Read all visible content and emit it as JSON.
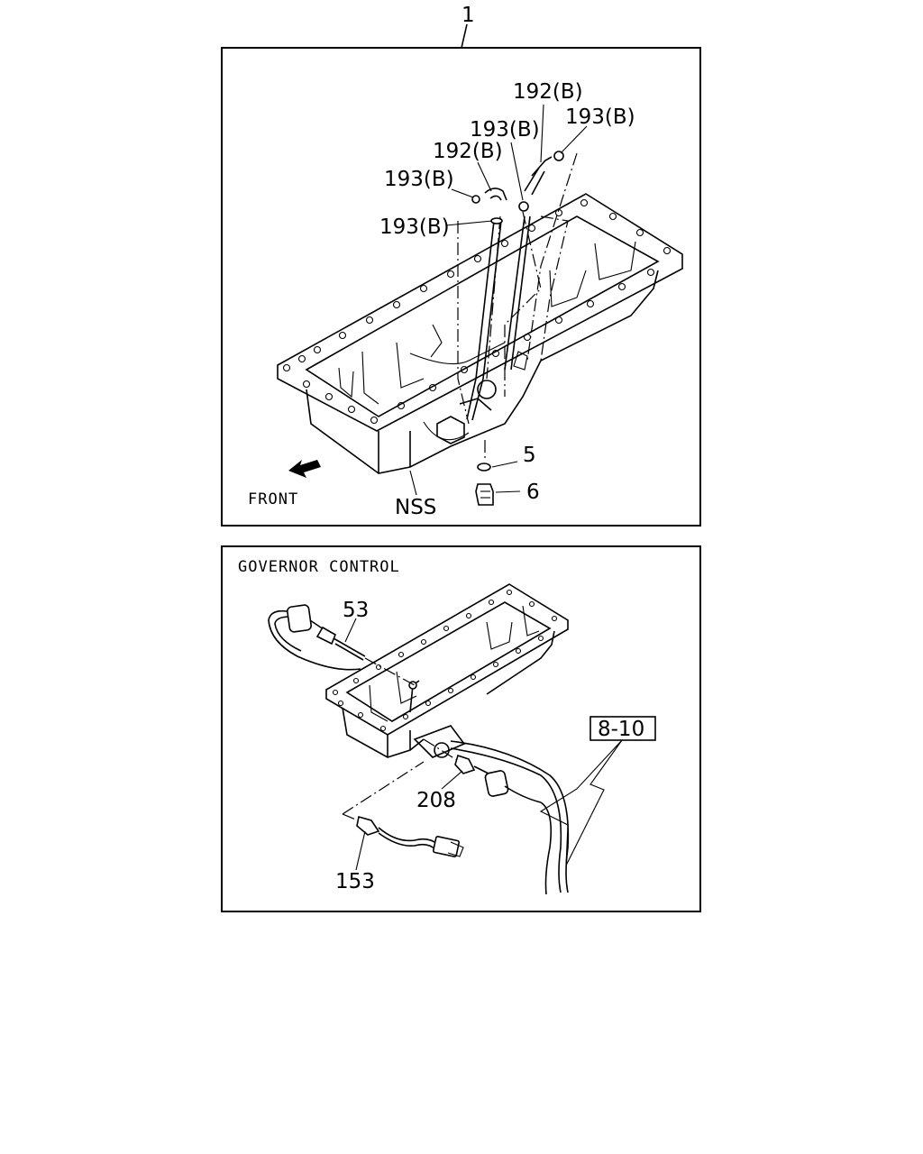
{
  "diagram": {
    "top_callout": "1",
    "top_panel": {
      "labels": {
        "hose_upper": "192(B)",
        "clip_upper_right": "193(B)",
        "clip_upper_mid": "193(B)",
        "hose_mid": "192(B)",
        "clip_left": "193(B)",
        "clip_lower": "193(B)",
        "gasket": "5",
        "drain_plug": "6",
        "nss": "NSS",
        "front": "FRONT"
      }
    },
    "bottom_panel": {
      "title": "GOVERNOR CONTROL",
      "labels": {
        "sensor_top": "53",
        "sensor_mid": "208",
        "sensor_bottom": "153",
        "reference": "8-10"
      }
    }
  }
}
